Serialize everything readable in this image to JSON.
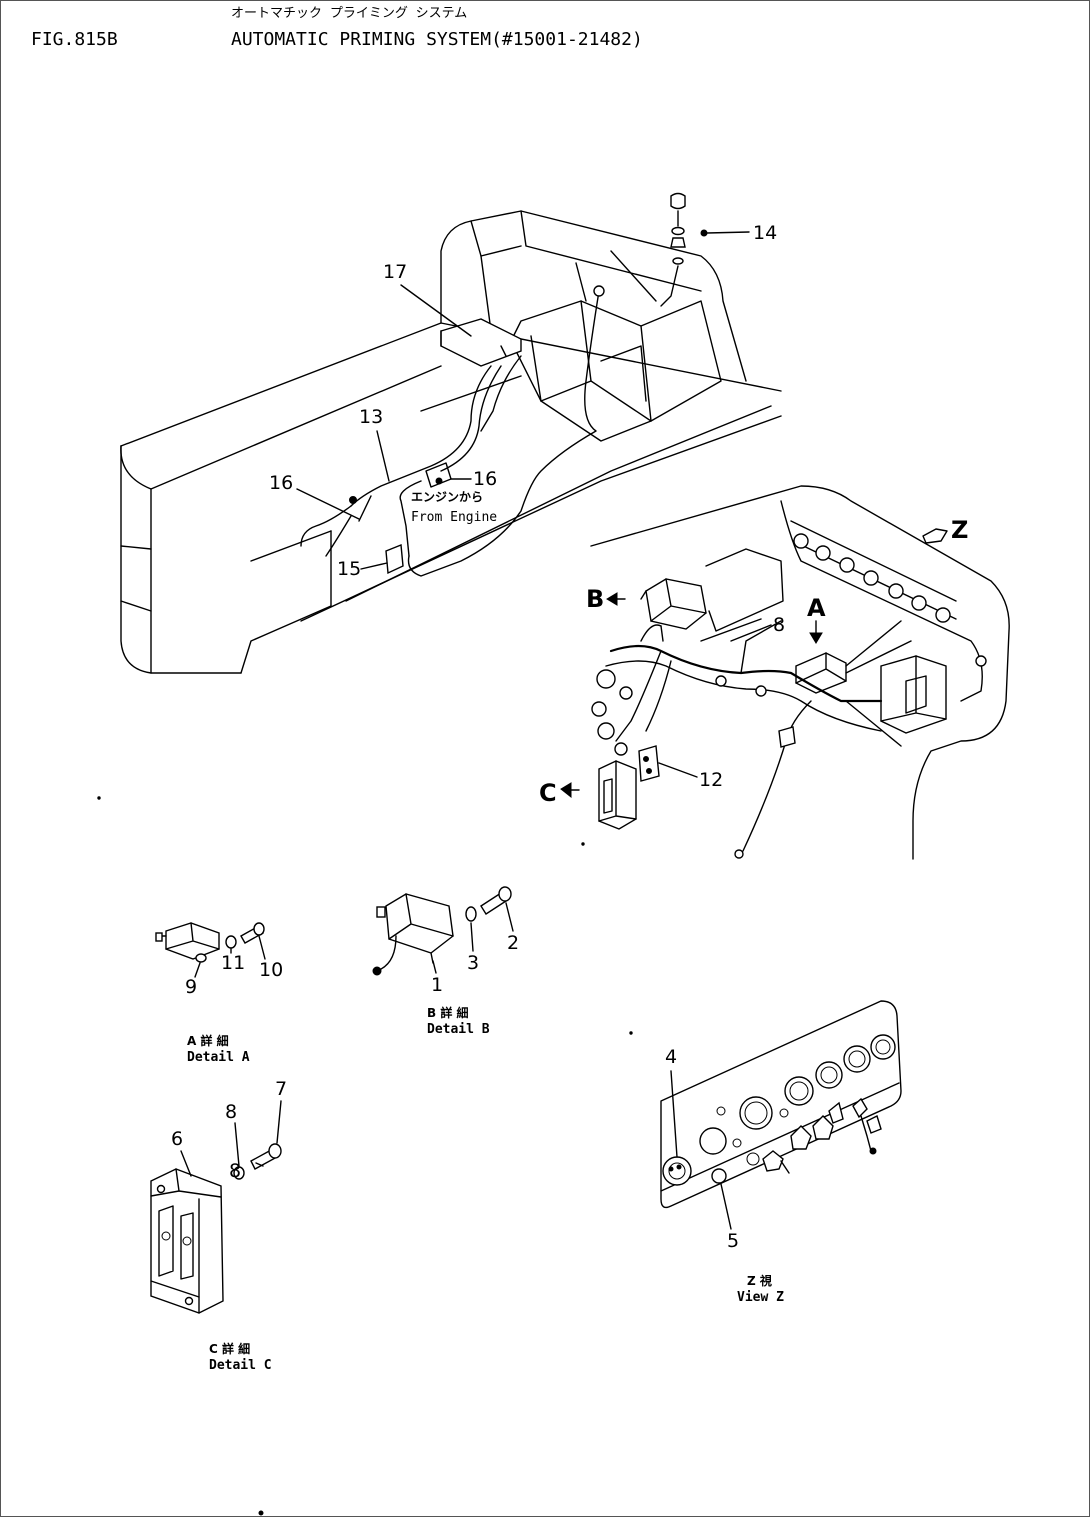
{
  "header": {
    "fig_number": "FIG.815B",
    "title_japanese": "オートマチック プライミング システム",
    "title": "AUTOMATIC PRIMING SYSTEM(#15001-21482)"
  },
  "callouts": {
    "c1": "1",
    "c2": "2",
    "c3": "3",
    "c4": "4",
    "c5": "5",
    "c6": "6",
    "c7": "7",
    "c8a": "8",
    "c8b": "8",
    "c8c": "8",
    "c9": "9",
    "c10": "10",
    "c11": "11",
    "c12": "12",
    "c13": "13",
    "c14": "14",
    "c15": "15",
    "c16a": "16",
    "c16b": "16",
    "c17": "17"
  },
  "view_markers": {
    "A": "A",
    "B": "B",
    "C": "C",
    "Z": "Z"
  },
  "notes": {
    "from_engine_jp": "エンジンから",
    "from_engine": "From Engine"
  },
  "captions": {
    "detail_a_jp": "A 詳 細",
    "detail_a": "Detail A",
    "detail_b_jp": "B 詳 細",
    "detail_b": "Detail B",
    "detail_c_jp": "C 詳 細",
    "detail_c": "Detail C",
    "view_z_jp": "Z 視",
    "view_z": "View Z"
  }
}
